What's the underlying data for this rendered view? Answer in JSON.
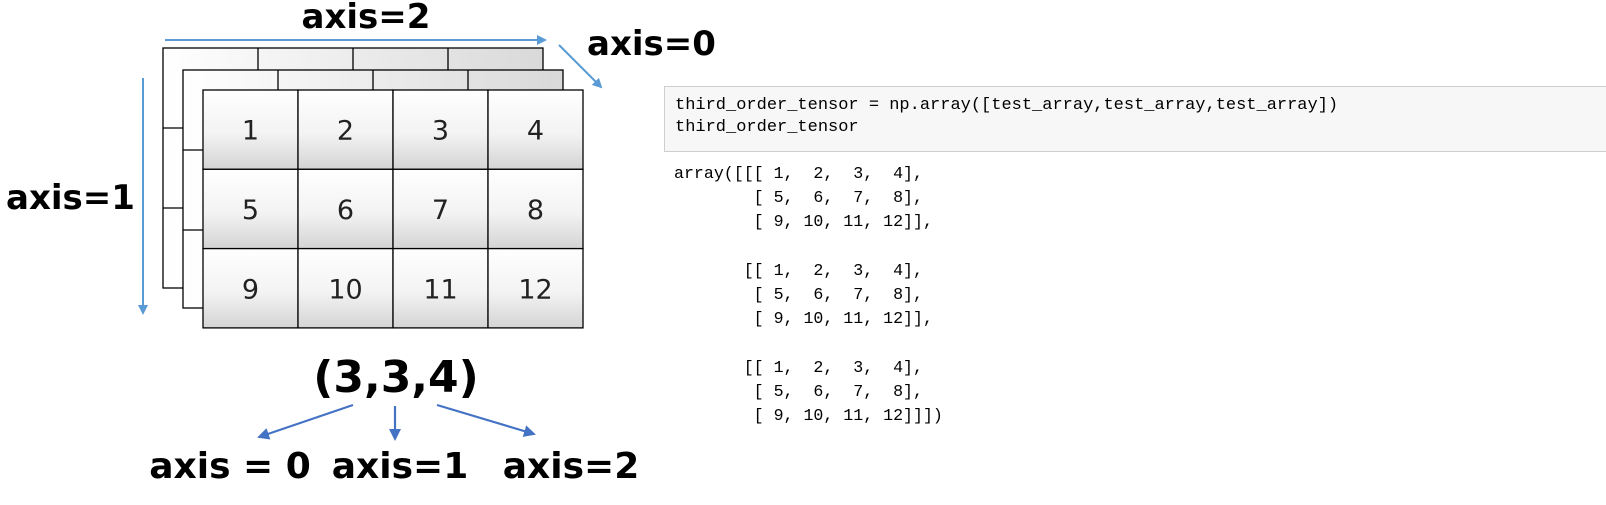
{
  "diagram": {
    "labels": {
      "axis2_top": "axis=2",
      "axis0_top": "axis=0",
      "axis1_side": "axis=1",
      "shape": "(3,3,4)",
      "bottom_axis0": "axis = 0",
      "bottom_axis1": "axis=1",
      "bottom_axis2": "axis=2"
    },
    "grid_values": [
      [
        "1",
        "2",
        "3",
        "4"
      ],
      [
        "5",
        "6",
        "7",
        "8"
      ],
      [
        "9",
        "10",
        "11",
        "12"
      ]
    ],
    "colors": {
      "arrow": "#5b9bd5",
      "arrow_dark": "#4472c4",
      "cell_top": "#ffffff",
      "cell_bottom": "#d6d6d6"
    }
  },
  "code": {
    "input_lines": [
      "third_order_tensor = np.array([test_array,test_array,test_array])",
      "third_order_tensor"
    ],
    "output_lines": [
      "array([[[ 1,  2,  3,  4],",
      "        [ 5,  6,  7,  8],",
      "        [ 9, 10, 11, 12]],",
      "",
      "       [[ 1,  2,  3,  4],",
      "        [ 5,  6,  7,  8],",
      "        [ 9, 10, 11, 12]],",
      "",
      "       [[ 1,  2,  3,  4],",
      "        [ 5,  6,  7,  8],",
      "        [ 9, 10, 11, 12]]])"
    ]
  }
}
